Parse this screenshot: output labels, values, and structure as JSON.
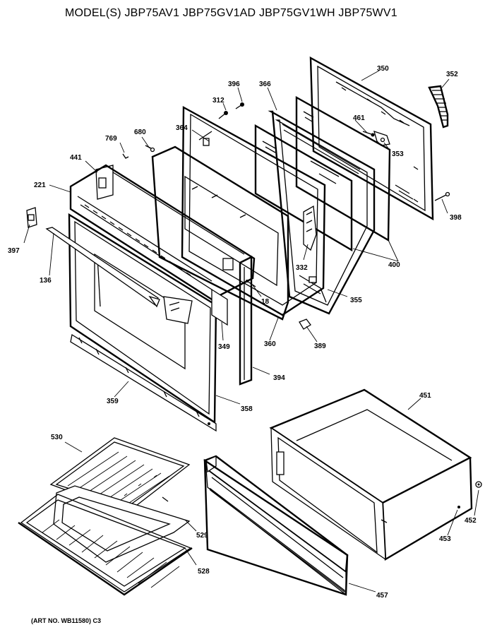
{
  "title": "MODEL(S) JBP75AV1  JBP75GV1AD  JBP75GV1WH  JBP75WV1",
  "art_number": "(ART NO. WB11580) C3",
  "labels": {
    "p350": "350",
    "p352": "352",
    "p396": "396",
    "p366": "366",
    "p312": "312",
    "p461": "461",
    "p364": "364",
    "p680": "680",
    "p769": "769",
    "p353": "353",
    "p441": "441",
    "p221": "221",
    "p398": "398",
    "p397": "397",
    "p332": "332",
    "p400": "400",
    "p136": "136",
    "p18": "18",
    "p355": "355",
    "p349": "349",
    "p360": "360",
    "p389": "389",
    "p394": "394",
    "p451": "451",
    "p359": "359",
    "p358": "358",
    "p530": "530",
    "p452": "452",
    "p453": "453",
    "p529": "529",
    "p528": "528",
    "p457": "457"
  }
}
